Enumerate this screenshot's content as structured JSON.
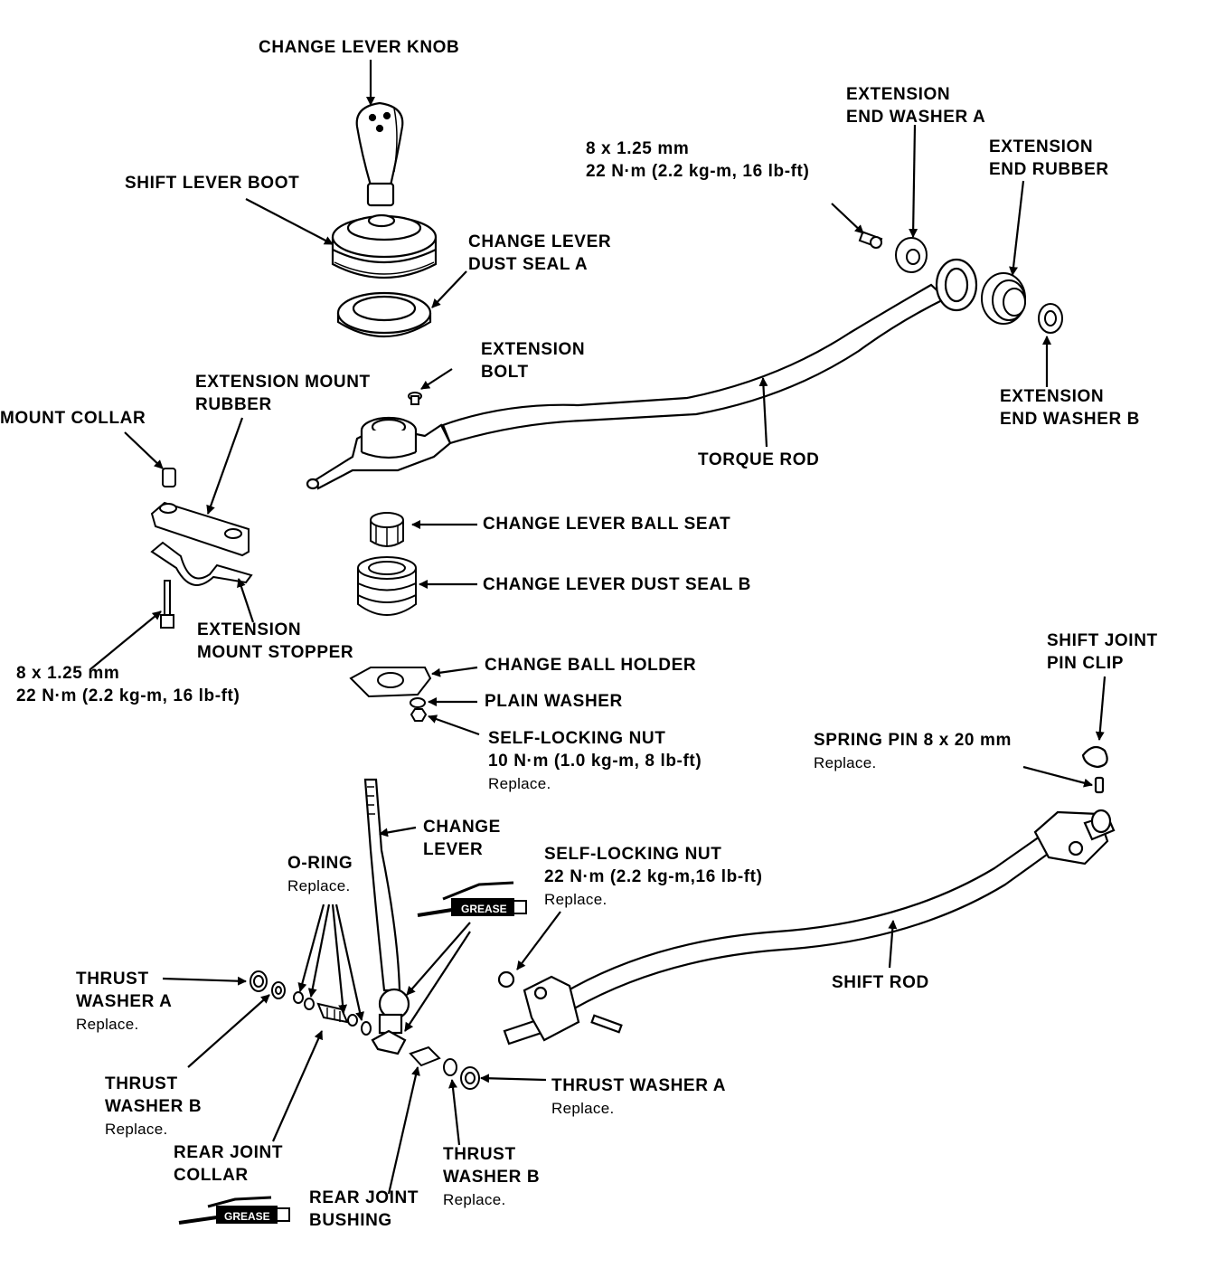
{
  "labels": {
    "change_lever_knob": "CHANGE LEVER KNOB",
    "shift_lever_boot": "SHIFT LEVER BOOT",
    "change_lever_dust_seal_a": [
      "CHANGE LEVER",
      "DUST SEAL A"
    ],
    "extension_mount_rubber": [
      "EXTENSION MOUNT",
      "RUBBER"
    ],
    "mount_collar": "MOUNT COLLAR",
    "extension_bolt": [
      "EXTENSION",
      "BOLT"
    ],
    "bolt_spec_top": [
      "8 x 1.25 mm",
      "22 N·m (2.2 kg-m, 16 lb-ft)"
    ],
    "extension_end_washer_a": [
      "EXTENSION",
      "END WASHER A"
    ],
    "extension_end_rubber": [
      "EXTENSION",
      "END RUBBER"
    ],
    "extension_end_washer_b": [
      "EXTENSION",
      "END WASHER B"
    ],
    "torque_rod": "TORQUE ROD",
    "change_lever_ball_seat": "CHANGE LEVER BALL SEAT",
    "change_lever_dust_seal_b": "CHANGE LEVER DUST SEAL B",
    "extension_mount_stopper": [
      "EXTENSION",
      "MOUNT STOPPER"
    ],
    "bolt_spec_left": [
      "8 x 1.25 mm",
      "22 N·m (2.2 kg-m, 16 lb-ft)"
    ],
    "change_ball_holder": "CHANGE BALL HOLDER",
    "plain_washer": "PLAIN WASHER",
    "self_locking_nut_upper": [
      "SELF-LOCKING NUT",
      "10 N·m (1.0 kg-m, 8 lb-ft)",
      "Replace."
    ],
    "shift_joint_pin_clip": [
      "SHIFT JOINT",
      "PIN CLIP"
    ],
    "spring_pin": [
      "SPRING PIN 8 x 20 mm",
      "Replace."
    ],
    "change_lever": [
      "CHANGE",
      "LEVER"
    ],
    "o_ring": [
      "O-RING",
      "Replace."
    ],
    "self_locking_nut_lower": [
      "SELF-LOCKING NUT",
      "22 N·m (2.2 kg-m,16 lb-ft)",
      "Replace."
    ],
    "thrust_washer_a_left": [
      "THRUST",
      "WASHER A",
      "Replace."
    ],
    "thrust_washer_b_left": [
      "THRUST",
      "WASHER B",
      "Replace."
    ],
    "shift_rod": "SHIFT ROD",
    "thrust_washer_a_right": [
      "THRUST WASHER A",
      "Replace."
    ],
    "rear_joint_collar": [
      "REAR JOINT",
      "COLLAR"
    ],
    "thrust_washer_b_right": [
      "THRUST",
      "WASHER B",
      "Replace."
    ],
    "rear_joint_bushing": [
      "REAR JOINT",
      "BUSHING"
    ],
    "grease": "GREASE"
  }
}
